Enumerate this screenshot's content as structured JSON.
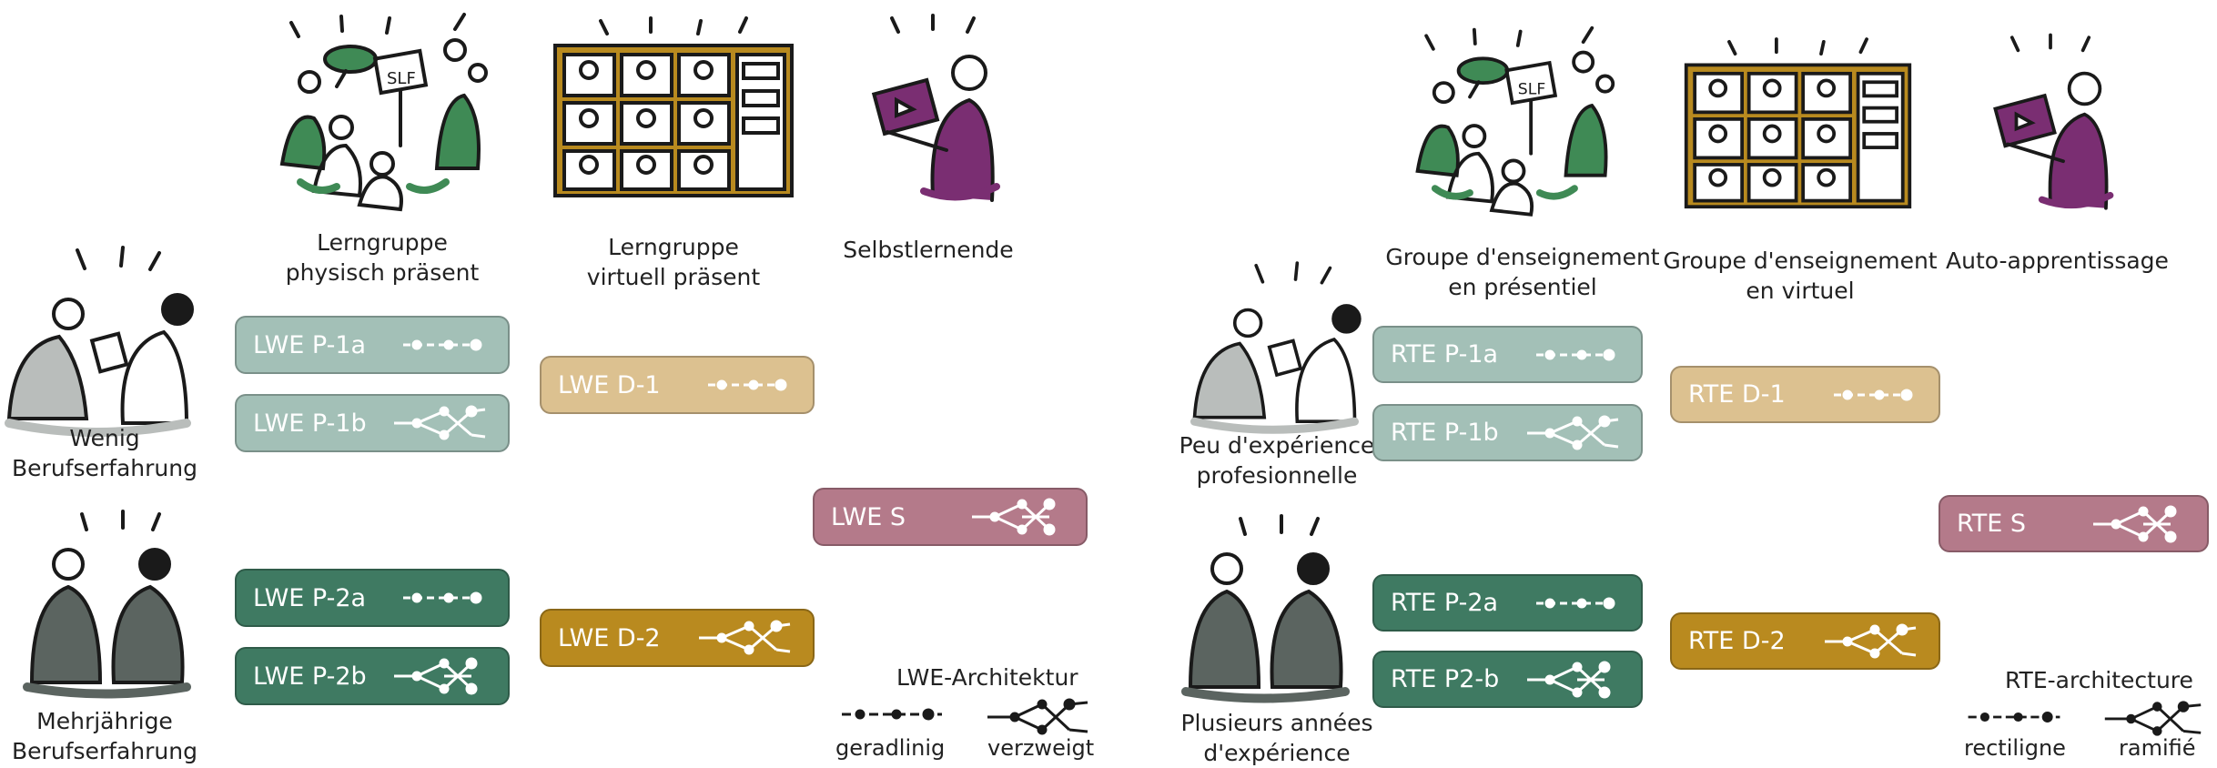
{
  "colors": {
    "p1": "#a3c0b7",
    "dvirt1": "#dcc190",
    "self": "#b47a8a",
    "p2": "#3f7a62",
    "dvirt2": "#b98a1f",
    "green": "#3f8a55",
    "gold": "#b88a1f",
    "purple": "#7a2e72",
    "ink": "#1a1a1a",
    "grey": "#b9bdbb",
    "darkgrey": "#5b6460"
  },
  "de": {
    "columns": [
      "Lerngruppe physisch präsent",
      "Lerngruppe virtuell präsent",
      "Selbstlernende"
    ],
    "col1_lines": [
      "Lerngruppe",
      "physisch präsent"
    ],
    "col2_lines": [
      "Lerngruppe",
      "virtuell präsent"
    ],
    "col3_lines": [
      "Selbstlernende"
    ],
    "row1_lines": [
      "Wenig",
      "Berufserfahrung"
    ],
    "row2_lines": [
      "Mehrjährige",
      "Berufserfahrung"
    ],
    "boxes": {
      "p1a": "LWE P-1a",
      "p1b": "LWE P-1b",
      "d1": "LWE D-1",
      "s": "LWE S",
      "p2a": "LWE P-2a",
      "p2b": "LWE P-2b",
      "d2": "LWE D-2"
    },
    "arch_title": "LWE-Architektur",
    "arch_linear": "geradlinig",
    "arch_branched": "verzweigt"
  },
  "fr": {
    "col1_lines": [
      "Groupe d'enseignement",
      "en présentiel"
    ],
    "col2_lines": [
      "Groupe d'enseignement",
      "en virtuel"
    ],
    "col3_lines": [
      "Auto-apprentissage"
    ],
    "row1_lines": [
      "Peu d'expérience",
      "profesionnelle"
    ],
    "row2_lines": [
      "Plusieurs années",
      "d'expérience"
    ],
    "boxes": {
      "p1a": "RTE P-1a",
      "p1b": "RTE P-1b",
      "d1": "RTE D-1",
      "s": "RTE S",
      "p2a": "RTE P-2a",
      "p2b": "RTE P2-b",
      "d2": "RTE D-2"
    },
    "arch_title": "RTE-architecture",
    "arch_linear": "rectiligne",
    "arch_branched": "ramifié"
  },
  "icons": {
    "group-present": "group-presentation-icon",
    "group-virtual": "video-grid-icon",
    "self-learner": "laptop-learner-icon",
    "novice": "two-people-book-icon",
    "experienced": "two-people-standing-icon",
    "linear": "linear-path-icon",
    "branched": "branched-path-icon"
  }
}
